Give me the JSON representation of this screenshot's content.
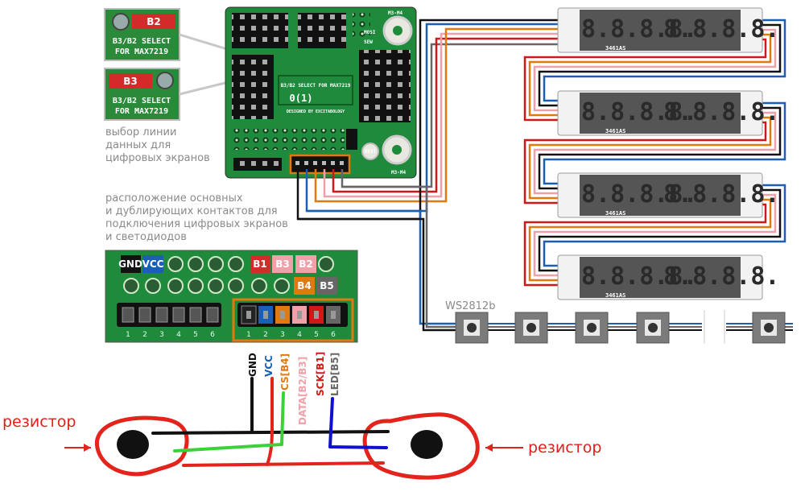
{
  "select_b2": {
    "label": "B2",
    "line1": "B3/B2 SELECT",
    "line2": "FOR MAX7219"
  },
  "select_b3": {
    "label": "B3",
    "line1": "B3/B2 SELECT",
    "line2": "FOR MAX7219"
  },
  "caption_select": [
    "выбор линии",
    "данных для",
    "цифровых экранов"
  ],
  "caption_layout": [
    "расположение основных",
    "и дублирующих контактов для",
    "подключения цифровых экранов",
    "и светодиодов"
  ],
  "board_labels": {
    "mosi": "MOSI",
    "sew": "SEW",
    "rest": "REST",
    "m3m4_top": "M3-M4",
    "m3m4_bot": "M3-M4",
    "select_text": "B3/B2 SELECT FOR MAX7219",
    "maker": "DESIGNED BY EXCITABOLOGY",
    "code": "0(1)"
  },
  "header_labels": {
    "gnd": "GND",
    "vcc": "VCC",
    "b1": "B1",
    "b2": "B2",
    "b3": "B3",
    "b4": "B4",
    "b5": "B5"
  },
  "pin_numbers": [
    "1",
    "2",
    "3",
    "4",
    "5",
    "6"
  ],
  "wire_labels": [
    {
      "text": "GND",
      "color": "#111111"
    },
    {
      "text": "VCC",
      "color": "#1a5fb4"
    },
    {
      "text": "CS[B4]",
      "color": "#e07a10"
    },
    {
      "text": "DATA[B2/B3]",
      "color": "#f0a0a8"
    },
    {
      "text": "SCK[B1]",
      "color": "#d01818"
    },
    {
      "text": "LED[B5]",
      "color": "#666666"
    }
  ],
  "ws_label": "WS2812b",
  "display_digits": "8.8.8.8.",
  "module_code": "3461AS",
  "resistor_left": "резистор",
  "resistor_right": "резистор",
  "colors": {
    "pcb": "#1f8a3b",
    "gnd": "#111111",
    "vcc": "#1a5fb4",
    "cs": "#e07a10",
    "data": "#f0a0a8",
    "sck": "#d01818",
    "led": "#666666",
    "annotation": "#e0201c",
    "wire_green": "#3ad13a",
    "wire_blue": "#1010d0"
  }
}
